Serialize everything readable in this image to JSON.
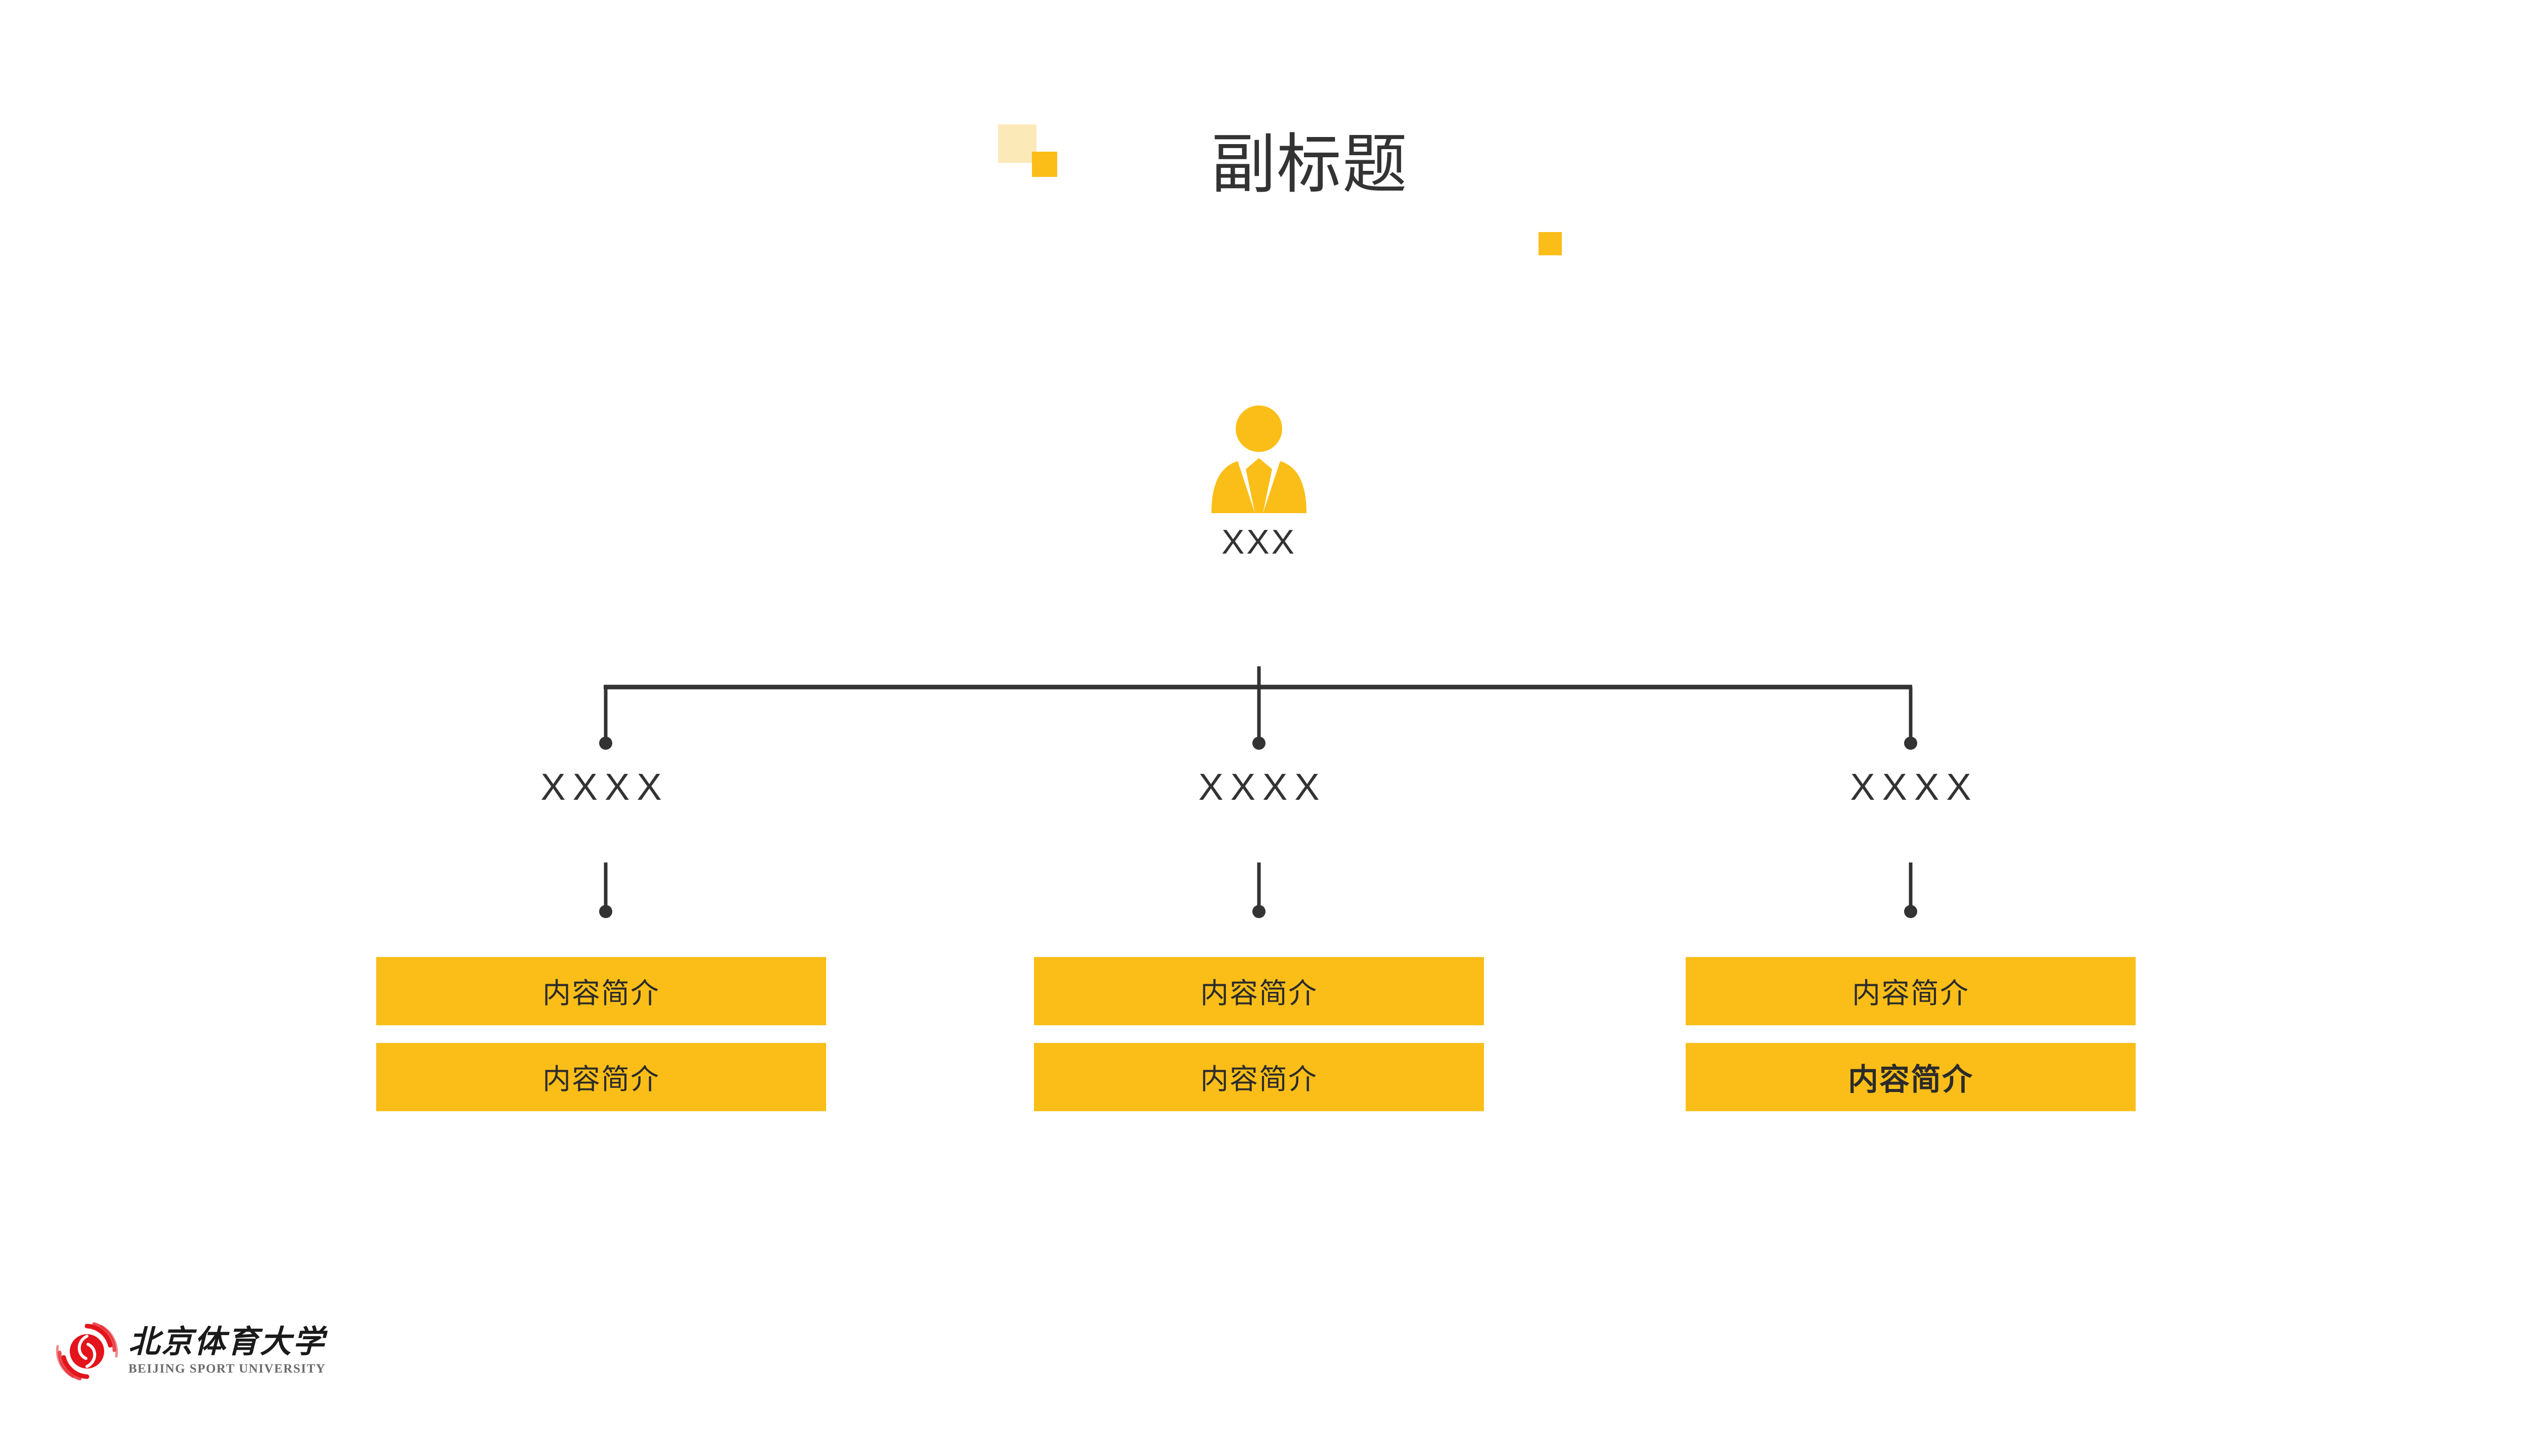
{
  "slide": {
    "background_color": "#FFFFFF",
    "title": "副标题",
    "title_color": "#333333"
  },
  "decor": {
    "square_light_color": "#FCE9B8",
    "square_gold_color": "#FBBE18",
    "square_light_name": "light-yellow-square",
    "square_gold_1_name": "gold-square-small",
    "square_gold_2_name": "gold-square-accent"
  },
  "org_chart": {
    "root": {
      "icon": "businessperson-icon",
      "icon_color": "#FBBE18",
      "label": "XXX"
    },
    "connector_color": "#333333",
    "columns": [
      {
        "label": "XXXX",
        "boxes": [
          {
            "text": "内容简介",
            "bold": false
          },
          {
            "text": "内容简介",
            "bold": false
          }
        ]
      },
      {
        "label": "XXXX",
        "boxes": [
          {
            "text": "内容简介",
            "bold": false
          },
          {
            "text": "内容简介",
            "bold": false
          }
        ]
      },
      {
        "label": "XXXX",
        "boxes": [
          {
            "text": "内容简介",
            "bold": false
          },
          {
            "text": "内容简介",
            "bold": true
          }
        ]
      }
    ],
    "box_color": "#FBBE18",
    "box_text_color": "#2B2B2B"
  },
  "footer": {
    "logo_mark": "red-spiral-emblem",
    "logo_mark_color": "#E3141B",
    "name_cn": "北京体育大学",
    "name_en": "BEIJING SPORT UNIVERSITY"
  }
}
